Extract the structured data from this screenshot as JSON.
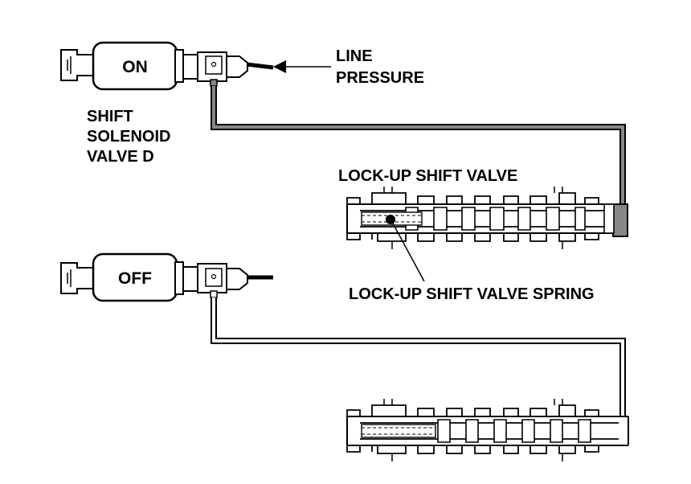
{
  "solenoid_on": {
    "state_label": "ON"
  },
  "solenoid_off": {
    "state_label": "OFF"
  },
  "labels": {
    "line_pressure_line1": "LINE",
    "line_pressure_line2": "PRESSURE",
    "solenoid_name_line1": "SHIFT",
    "solenoid_name_line2": "SOLENOID",
    "solenoid_name_line3": "VALVE D",
    "shift_valve": "LOCK-UP SHIFT VALVE",
    "shift_valve_spring": "LOCK-UP SHIFT VALVE SPRING"
  },
  "colors": {
    "ink": "#000000",
    "pressurized_fluid": "#888888",
    "background": "#ffffff"
  }
}
